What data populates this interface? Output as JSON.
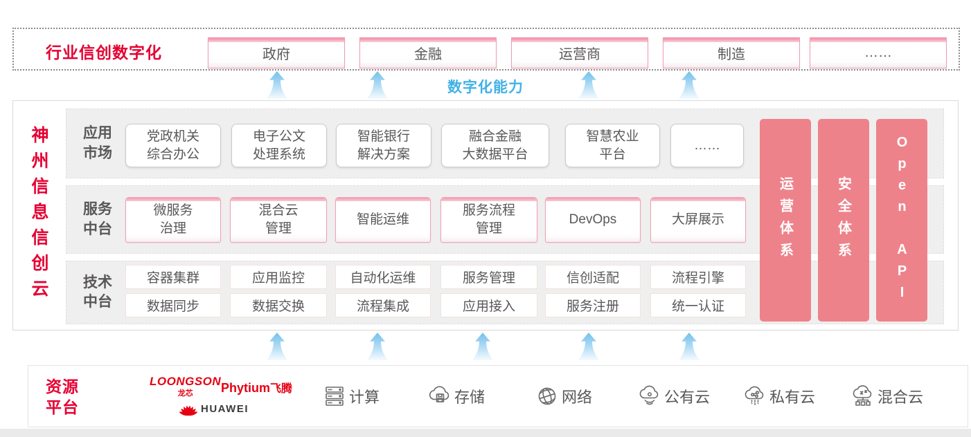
{
  "colors": {
    "accent_red": "#e60032",
    "logo_red": "#e60012",
    "pillar_pink": "#ee828a",
    "capability_blue": "#41b1e6",
    "arrow_blue": "#74c0eb",
    "text_gray": "#595757",
    "row_bg": "#f0efef"
  },
  "top": {
    "label": "行业信创数字化",
    "domains": [
      "政府",
      "金融",
      "运营商",
      "制造",
      "……"
    ]
  },
  "capability_label": "数字化能力",
  "platform": {
    "side_label": "神州信息信创云",
    "app_row": {
      "label": "应用\n市场",
      "boxes": [
        "党政机关\n综合办公",
        "电子公文\n处理系统",
        "智能银行\n解决方案",
        "融合金融\n大数据平台",
        "智慧农业\n平台",
        "……"
      ]
    },
    "service_row": {
      "label": "服务\n中台",
      "boxes": [
        "微服务\n治理",
        "混合云\n管理",
        "智能运维",
        "服务流程\n管理",
        "DevOps",
        "大屏展示"
      ]
    },
    "tech_row": {
      "label": "技术\n中台",
      "boxes_top": [
        "容器集群",
        "应用监控",
        "自动化运维",
        "服务管理",
        "信创适配",
        "流程引擎"
      ],
      "boxes_bottom": [
        "数据同步",
        "数据交换",
        "流程集成",
        "应用接入",
        "服务注册",
        "统一认证"
      ]
    },
    "pillars": [
      "运营体系",
      "安全体系",
      "Open API"
    ]
  },
  "resources": {
    "label": "资源\n平台",
    "logos": {
      "loongson_en": "LOONGSON",
      "loongson_cn": "龙芯",
      "phytium_en": "Phytium",
      "phytium_cn": "飞腾",
      "huawei": "HUAWEI"
    },
    "items": [
      {
        "icon": "compute-icon",
        "label": "计算"
      },
      {
        "icon": "storage-icon",
        "label": "存储"
      },
      {
        "icon": "network-icon",
        "label": "网络"
      },
      {
        "icon": "public-cloud-icon",
        "label": "公有云"
      },
      {
        "icon": "private-cloud-icon",
        "label": "私有云"
      },
      {
        "icon": "hybrid-cloud-icon",
        "label": "混合云"
      }
    ]
  }
}
